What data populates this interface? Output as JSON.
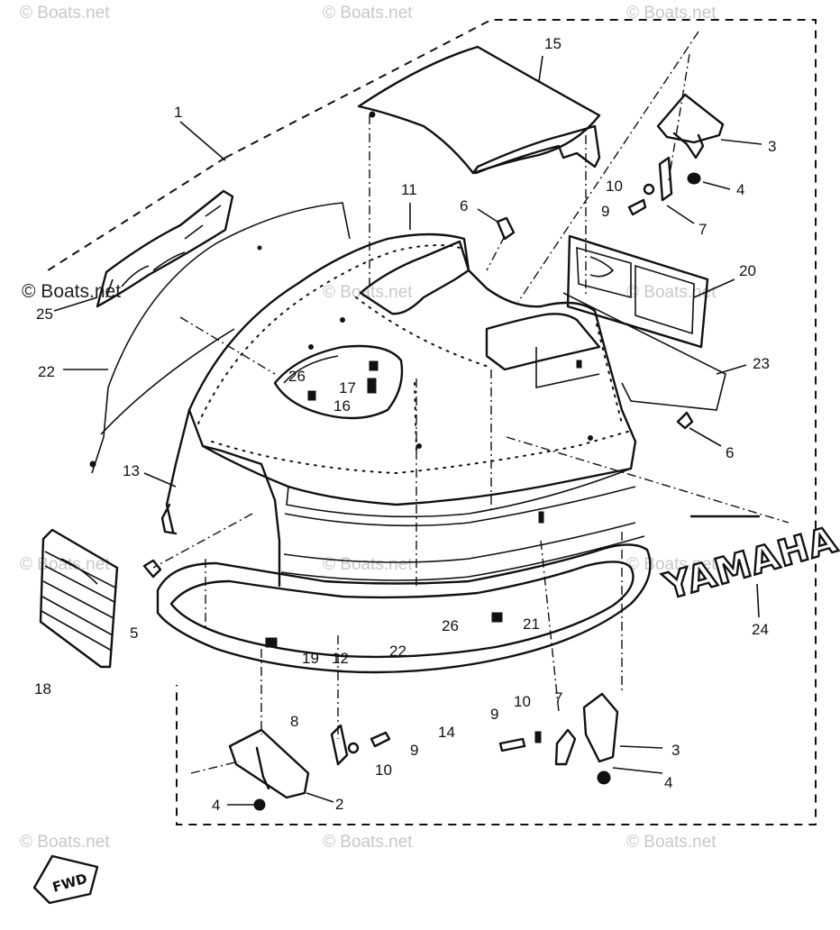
{
  "watermark": {
    "text": "© Boats.net",
    "color": "#c8c8c8"
  },
  "brand_text": "YAMAHA",
  "fwd_text": "FWD",
  "callouts": {
    "c1": "1",
    "c2": "2",
    "c3a": "3",
    "c3b": "3",
    "c4a": "4",
    "c4b": "4",
    "c4c": "4",
    "c5": "5",
    "c6a": "6",
    "c6b": "6",
    "c7a": "7",
    "c7b": "7",
    "c8": "8",
    "c9a": "9",
    "c9b": "9",
    "c9c": "9",
    "c10a": "10",
    "c10b": "10",
    "c10c": "10",
    "c11": "11",
    "c12": "12",
    "c13": "13",
    "c14": "14",
    "c15": "15",
    "c16": "16",
    "c17": "17",
    "c18": "18",
    "c19": "19",
    "c20": "20",
    "c21": "21",
    "c22a": "22",
    "c22b": "22",
    "c23": "23",
    "c24": "24",
    "c25": "25",
    "c26a": "26",
    "c26b": "26"
  }
}
